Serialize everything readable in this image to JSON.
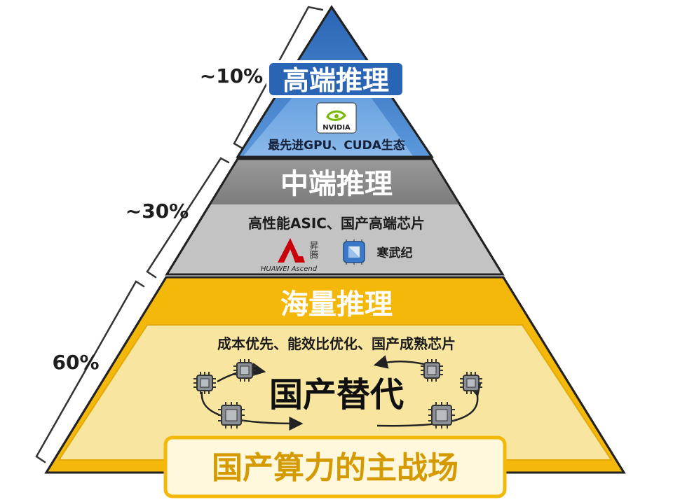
{
  "pyramid": {
    "tiers": [
      {
        "id": "high",
        "share": "~10%",
        "title": "高端推理",
        "description": "最先进GPU、CUDA生态",
        "logos": [
          {
            "name": "nvidia-logo",
            "text": "NVIDIA"
          }
        ],
        "color": "#4a8fd6"
      },
      {
        "id": "mid",
        "share": "~30%",
        "title": "中端推理",
        "description": "高性能ASIC、国产高端芯片",
        "logos": [
          {
            "name": "huawei-ascend-logo",
            "text": "HUAWEI Ascend",
            "chinese": "昇腾"
          },
          {
            "name": "cambricon-logo",
            "text": "寒武纪"
          }
        ],
        "color": "#9a9a9a"
      },
      {
        "id": "mass",
        "share": "60%",
        "title": "海量推理",
        "description": "成本优先、能效比优化、国产成熟芯片",
        "center_text": "国产替代",
        "color": "#f3b90a"
      }
    ],
    "bottom_label": "国产算力的主战场"
  },
  "colors": {
    "blue_dark": "#2a64b4",
    "blue_light": "#7fb0e6",
    "gray_dark": "#8c8c8c",
    "gray_light": "#c4c4c4",
    "gold": "#f3b90a",
    "pale_yellow": "#f8e7a0",
    "outline": "#2b2b2b",
    "huawei_red": "#c7000b",
    "nvidia_green": "#76b900"
  },
  "icons": [
    "chip-icon",
    "cycle-arrow-icon"
  ]
}
